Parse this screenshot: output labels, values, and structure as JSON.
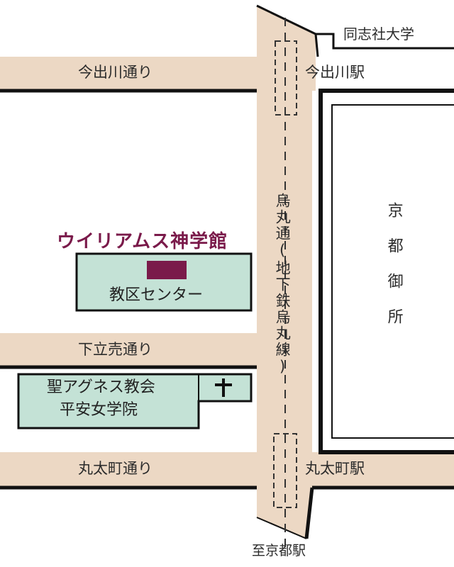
{
  "colors": {
    "road": "#ecd8c4",
    "building": "#c4e2d6",
    "accent": "#7a1a4a",
    "outline": "#111111"
  },
  "streets": {
    "imadegawa": "今出川通り",
    "shimodachiuri": "下立売通り",
    "marutamachi": "丸太町通り",
    "karasuma_vertical": "烏丸通(地下鉄烏丸線)"
  },
  "stations": {
    "imadegawa": "今出川駅",
    "marutamachi": "丸太町駅",
    "kyoto": "至京都駅"
  },
  "places": {
    "doshisha": "同志社大学",
    "gosho_vertical": "京都御所",
    "williams_hall": "ウイリアムス神学館",
    "diocese_center": "教区センター",
    "church_line1": "聖アグネス教会",
    "church_line2": "平安女学院",
    "cross_icon": "cross-icon"
  }
}
